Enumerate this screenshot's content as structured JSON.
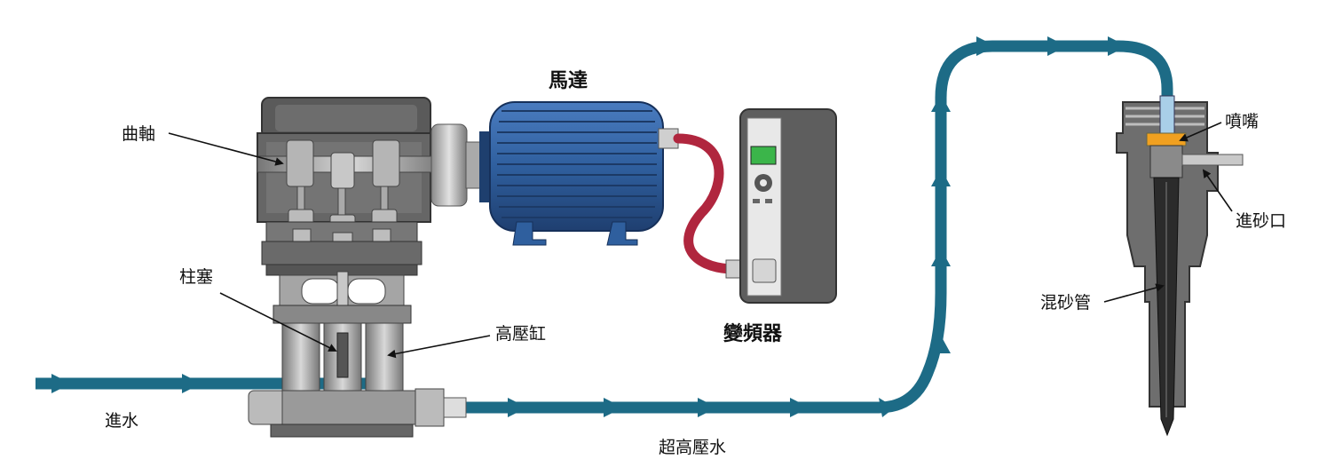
{
  "labels": {
    "crankshaft": "曲軸",
    "plunger": "柱塞",
    "high_pressure_cylinder": "高壓缸",
    "motor": "馬達",
    "vfd": "變頻器",
    "water_in": "進水",
    "ultra_high_pressure_water": "超高壓水",
    "nozzle": "噴嘴",
    "sand_inlet": "進砂口",
    "mixing_tube": "混砂管"
  },
  "colors": {
    "water_pipe": "#1d6b86",
    "motor_blue": "#2f5f9e",
    "cable_red": "#b0263e",
    "metal_gray": "#8c8c8c",
    "dark_gray": "#505050",
    "nozzle_orange": "#f0a020",
    "vfd_screen": "#3bb54a"
  }
}
